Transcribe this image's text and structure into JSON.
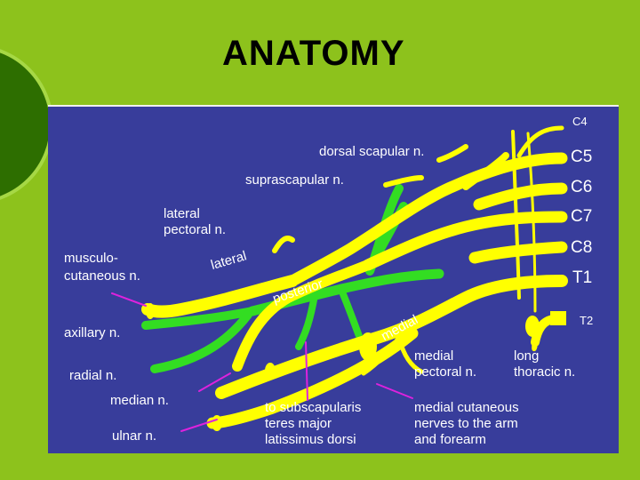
{
  "slide": {
    "title": "ANATOMY",
    "colors": {
      "background": "#8dc21c",
      "accent_circle": "#2d6e00",
      "panel": "#383d9b",
      "nerve": "#ffff00",
      "posterior_cord": "#33dd22",
      "pointer": "#dd22dd"
    }
  },
  "diagram": {
    "roots": [
      "C4",
      "C5",
      "C6",
      "C7",
      "C8",
      "T1",
      "T2"
    ],
    "labels": {
      "dorsal_scapular": "dorsal scapular n.",
      "suprascapular": "suprascapular n.",
      "lateral_pectoral": [
        "lateral",
        "pectoral n."
      ],
      "musculocutaneous": [
        "musculo-",
        "cutaneous n."
      ],
      "axillary": "axillary n.",
      "radial": "radial n.",
      "median": "median n.",
      "ulnar": "ulnar n.",
      "lateral_cord": "lateral",
      "posterior_cord": "posterior",
      "medial_cord": "medial",
      "subscapular": [
        "to subscapularis",
        "teres major",
        "latissimus dorsi"
      ],
      "medial_pectoral": [
        "medial",
        "pectoral n."
      ],
      "long_thoracic": [
        "long",
        "thoracic n."
      ],
      "medial_cutaneous": [
        "medial cutaneous",
        "nerves to the arm",
        "and forearm"
      ]
    }
  }
}
